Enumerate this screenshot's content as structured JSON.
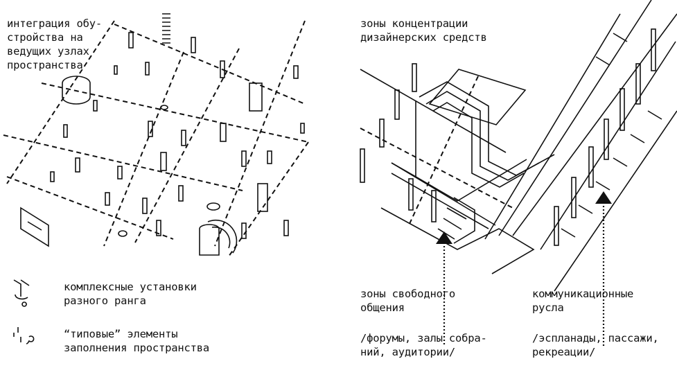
{
  "left_panel": {
    "top_label": "интеграция обу-\nстройства на\nведущих узлах\nпространства",
    "legend_complex": "комплексные установки\nразного ранга",
    "legend_typical": "“типовые” элементы\nзаполнения пространства"
  },
  "right_panel": {
    "top_label": "зоны концентрации\nдизайнерских средств",
    "free_zone_label": "зоны свободного\nобщения",
    "free_zone_examples": "/форумы, залы собра-\nний, аудитории/",
    "comm_label": "коммуникационные\nрусла",
    "comm_examples": "/эспланады, пассажи,\nрекреации/"
  }
}
